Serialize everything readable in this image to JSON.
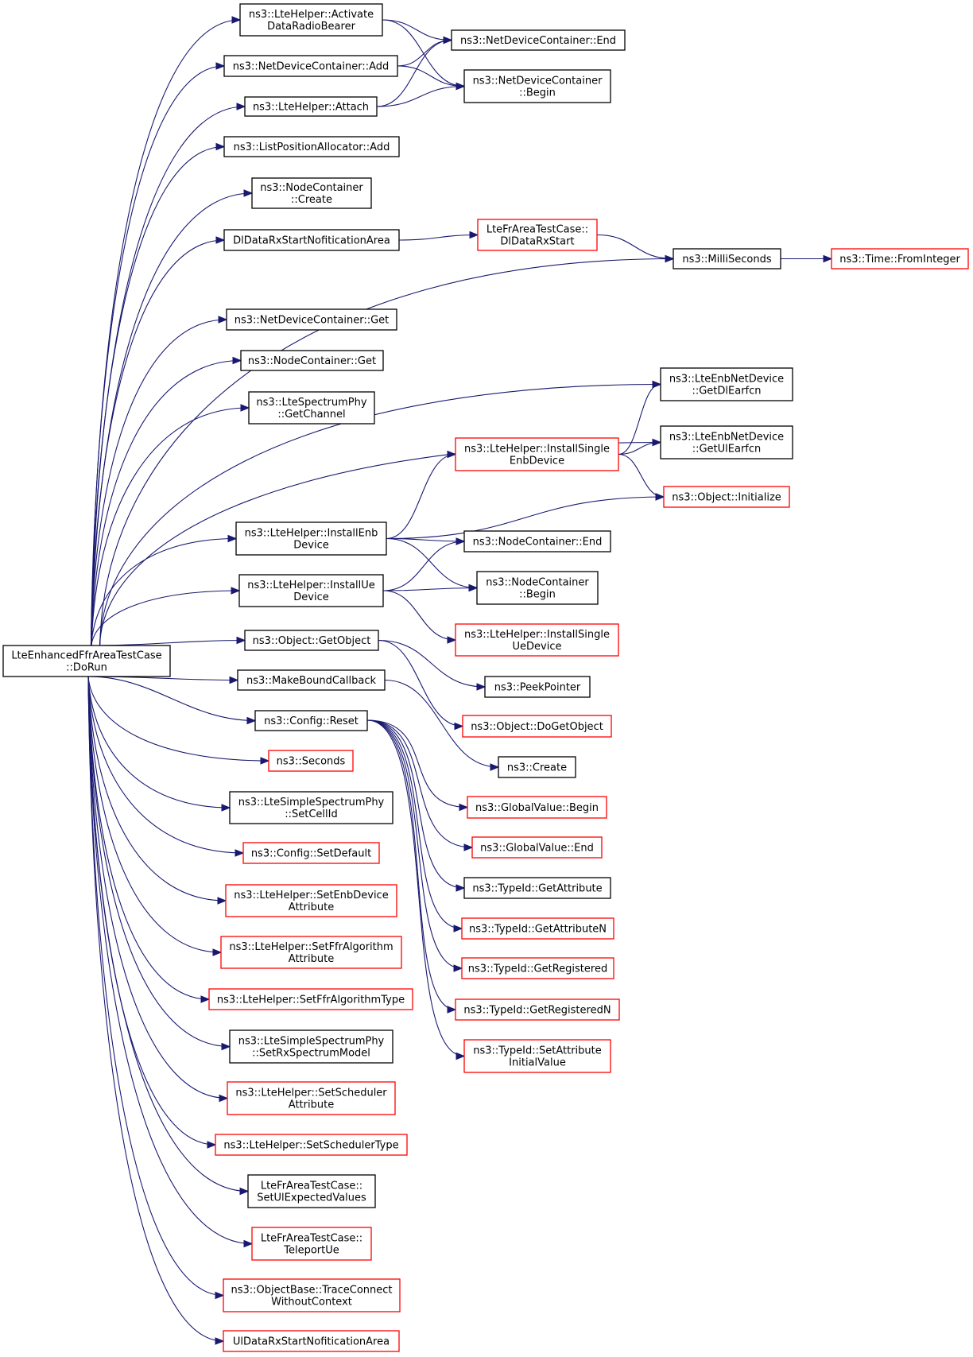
{
  "colors": {
    "edge": "#191970",
    "node_border_documented": "#000000",
    "node_border_undocumented": "#ff0000",
    "root_fill": "#bfbfbf"
  },
  "nodes": [
    {
      "id": "root",
      "lines": [
        "LteEnhancedFfrAreaTestCase",
        "::DoRun"
      ],
      "style": "root"
    },
    {
      "id": "activate",
      "lines": [
        "ns3::LteHelper::Activate",
        "DataRadioBearer"
      ],
      "style": "black"
    },
    {
      "id": "ndcEnd",
      "lines": [
        "ns3::NetDeviceContainer::End"
      ],
      "style": "black"
    },
    {
      "id": "ndcAdd",
      "lines": [
        "ns3::NetDeviceContainer::Add"
      ],
      "style": "black"
    },
    {
      "id": "ndcBegin",
      "lines": [
        "ns3::NetDeviceContainer",
        "::Begin"
      ],
      "style": "black"
    },
    {
      "id": "attach",
      "lines": [
        "ns3::LteHelper::Attach"
      ],
      "style": "black"
    },
    {
      "id": "lpaAdd",
      "lines": [
        "ns3::ListPositionAllocator::Add"
      ],
      "style": "black"
    },
    {
      "id": "ncCreate",
      "lines": [
        "ns3::NodeContainer",
        "::Create"
      ],
      "style": "black"
    },
    {
      "id": "dlNotif",
      "lines": [
        "DlDataRxStartNofiticationArea"
      ],
      "style": "black"
    },
    {
      "id": "dlRxStart",
      "lines": [
        "LteFrAreaTestCase::",
        "DlDataRxStart"
      ],
      "style": "red"
    },
    {
      "id": "milli",
      "lines": [
        "ns3::MilliSeconds"
      ],
      "style": "black"
    },
    {
      "id": "fromInt",
      "lines": [
        "ns3::Time::FromInteger"
      ],
      "style": "red"
    },
    {
      "id": "ndcGet",
      "lines": [
        "ns3::NetDeviceContainer::Get"
      ],
      "style": "black"
    },
    {
      "id": "ncGet",
      "lines": [
        "ns3::NodeContainer::Get"
      ],
      "style": "black"
    },
    {
      "id": "getChannel",
      "lines": [
        "ns3::LteSpectrumPhy",
        "::GetChannel"
      ],
      "style": "black"
    },
    {
      "id": "getDl",
      "lines": [
        "ns3::LteEnbNetDevice",
        "::GetDlEarfcn"
      ],
      "style": "black"
    },
    {
      "id": "getUl",
      "lines": [
        "ns3::LteEnbNetDevice",
        "::GetUlEarfcn"
      ],
      "style": "black"
    },
    {
      "id": "installSingleEnb",
      "lines": [
        "ns3::LteHelper::InstallSingle",
        "EnbDevice"
      ],
      "style": "red"
    },
    {
      "id": "objInit",
      "lines": [
        "ns3::Object::Initialize"
      ],
      "style": "red"
    },
    {
      "id": "installEnb",
      "lines": [
        "ns3::LteHelper::InstallEnb",
        "Device"
      ],
      "style": "black"
    },
    {
      "id": "ncEnd",
      "lines": [
        "ns3::NodeContainer::End"
      ],
      "style": "black"
    },
    {
      "id": "installUe",
      "lines": [
        "ns3::LteHelper::InstallUe",
        "Device"
      ],
      "style": "black"
    },
    {
      "id": "ncBegin",
      "lines": [
        "ns3::NodeContainer",
        "::Begin"
      ],
      "style": "black"
    },
    {
      "id": "installSingleUe",
      "lines": [
        "ns3::LteHelper::InstallSingle",
        "UeDevice"
      ],
      "style": "red"
    },
    {
      "id": "getObject",
      "lines": [
        "ns3::Object::GetObject"
      ],
      "style": "black"
    },
    {
      "id": "peek",
      "lines": [
        "ns3::PeekPointer"
      ],
      "style": "black"
    },
    {
      "id": "makeBound",
      "lines": [
        "ns3::MakeBoundCallback"
      ],
      "style": "black"
    },
    {
      "id": "doGetObject",
      "lines": [
        "ns3::Object::DoGetObject"
      ],
      "style": "red"
    },
    {
      "id": "configReset",
      "lines": [
        "ns3::Config::Reset"
      ],
      "style": "black"
    },
    {
      "id": "create",
      "lines": [
        "ns3::Create"
      ],
      "style": "black"
    },
    {
      "id": "seconds",
      "lines": [
        "ns3::Seconds"
      ],
      "style": "red"
    },
    {
      "id": "gvBegin",
      "lines": [
        "ns3::GlobalValue::Begin"
      ],
      "style": "red"
    },
    {
      "id": "setCellId",
      "lines": [
        "ns3::LteSimpleSpectrumPhy",
        "::SetCellId"
      ],
      "style": "black"
    },
    {
      "id": "gvEnd",
      "lines": [
        "ns3::GlobalValue::End"
      ],
      "style": "red"
    },
    {
      "id": "setDefault",
      "lines": [
        "ns3::Config::SetDefault"
      ],
      "style": "red"
    },
    {
      "id": "tidGetAttr",
      "lines": [
        "ns3::TypeId::GetAttribute"
      ],
      "style": "black"
    },
    {
      "id": "setEnbDevAttr",
      "lines": [
        "ns3::LteHelper::SetEnbDevice",
        "Attribute"
      ],
      "style": "red"
    },
    {
      "id": "tidGetAttrN",
      "lines": [
        "ns3::TypeId::GetAttributeN"
      ],
      "style": "red"
    },
    {
      "id": "setFfrAttr",
      "lines": [
        "ns3::LteHelper::SetFfrAlgorithm",
        "Attribute"
      ],
      "style": "red"
    },
    {
      "id": "tidGetReg",
      "lines": [
        "ns3::TypeId::GetRegistered"
      ],
      "style": "red"
    },
    {
      "id": "setFfrType",
      "lines": [
        "ns3::LteHelper::SetFfrAlgorithmType"
      ],
      "style": "red"
    },
    {
      "id": "tidGetRegN",
      "lines": [
        "ns3::TypeId::GetRegisteredN"
      ],
      "style": "red"
    },
    {
      "id": "setRxModel",
      "lines": [
        "ns3::LteSimpleSpectrumPhy",
        "::SetRxSpectrumModel"
      ],
      "style": "black"
    },
    {
      "id": "tidSetAttrInit",
      "lines": [
        "ns3::TypeId::SetAttribute",
        "InitialValue"
      ],
      "style": "red"
    },
    {
      "id": "setSchedAttr",
      "lines": [
        "ns3::LteHelper::SetScheduler",
        "Attribute"
      ],
      "style": "red"
    },
    {
      "id": "setSchedType",
      "lines": [
        "ns3::LteHelper::SetSchedulerType"
      ],
      "style": "red"
    },
    {
      "id": "setUlExp",
      "lines": [
        "LteFrAreaTestCase::",
        "SetUlExpectedValues"
      ],
      "style": "black"
    },
    {
      "id": "teleport",
      "lines": [
        "LteFrAreaTestCase::",
        "TeleportUe"
      ],
      "style": "red"
    },
    {
      "id": "traceConnect",
      "lines": [
        "ns3::ObjectBase::TraceConnect",
        "WithoutContext"
      ],
      "style": "red"
    },
    {
      "id": "ulNotif",
      "lines": [
        "UlDataRxStartNofiticationArea"
      ],
      "style": "red"
    }
  ],
  "edges": [
    [
      "root",
      "activate"
    ],
    [
      "root",
      "ndcAdd"
    ],
    [
      "root",
      "attach"
    ],
    [
      "root",
      "lpaAdd"
    ],
    [
      "root",
      "ncCreate"
    ],
    [
      "root",
      "dlNotif"
    ],
    [
      "root",
      "milli"
    ],
    [
      "root",
      "ndcGet"
    ],
    [
      "root",
      "ncGet"
    ],
    [
      "root",
      "getChannel"
    ],
    [
      "root",
      "getDl"
    ],
    [
      "root",
      "getUl"
    ],
    [
      "root",
      "installEnb"
    ],
    [
      "root",
      "installUe"
    ],
    [
      "root",
      "getObject"
    ],
    [
      "root",
      "makeBound"
    ],
    [
      "root",
      "configReset"
    ],
    [
      "root",
      "seconds"
    ],
    [
      "root",
      "setCellId"
    ],
    [
      "root",
      "setDefault"
    ],
    [
      "root",
      "setEnbDevAttr"
    ],
    [
      "root",
      "setFfrAttr"
    ],
    [
      "root",
      "setFfrType"
    ],
    [
      "root",
      "setRxModel"
    ],
    [
      "root",
      "setSchedAttr"
    ],
    [
      "root",
      "setSchedType"
    ],
    [
      "root",
      "setUlExp"
    ],
    [
      "root",
      "teleport"
    ],
    [
      "root",
      "traceConnect"
    ],
    [
      "root",
      "ulNotif"
    ],
    [
      "activate",
      "ndcEnd"
    ],
    [
      "activate",
      "ndcBegin"
    ],
    [
      "ndcAdd",
      "ndcEnd"
    ],
    [
      "ndcAdd",
      "ndcBegin"
    ],
    [
      "attach",
      "ndcEnd"
    ],
    [
      "attach",
      "ndcBegin"
    ],
    [
      "dlNotif",
      "dlRxStart"
    ],
    [
      "dlRxStart",
      "milli"
    ],
    [
      "milli",
      "fromInt"
    ],
    [
      "installSingleEnb",
      "getDl"
    ],
    [
      "installSingleEnb",
      "getUl"
    ],
    [
      "installSingleEnb",
      "objInit"
    ],
    [
      "installEnb",
      "installSingleEnb"
    ],
    [
      "installEnb",
      "objInit"
    ],
    [
      "installEnb",
      "ncEnd"
    ],
    [
      "installEnb",
      "ncBegin"
    ],
    [
      "installUe",
      "ncEnd"
    ],
    [
      "installUe",
      "ncBegin"
    ],
    [
      "installUe",
      "installSingleUe"
    ],
    [
      "getObject",
      "peek"
    ],
    [
      "getObject",
      "doGetObject"
    ],
    [
      "makeBound",
      "create"
    ],
    [
      "configReset",
      "gvBegin"
    ],
    [
      "configReset",
      "gvEnd"
    ],
    [
      "configReset",
      "tidGetAttr"
    ],
    [
      "configReset",
      "tidGetAttrN"
    ],
    [
      "configReset",
      "tidGetReg"
    ],
    [
      "configReset",
      "tidGetRegN"
    ],
    [
      "configReset",
      "tidSetAttrInit"
    ]
  ]
}
